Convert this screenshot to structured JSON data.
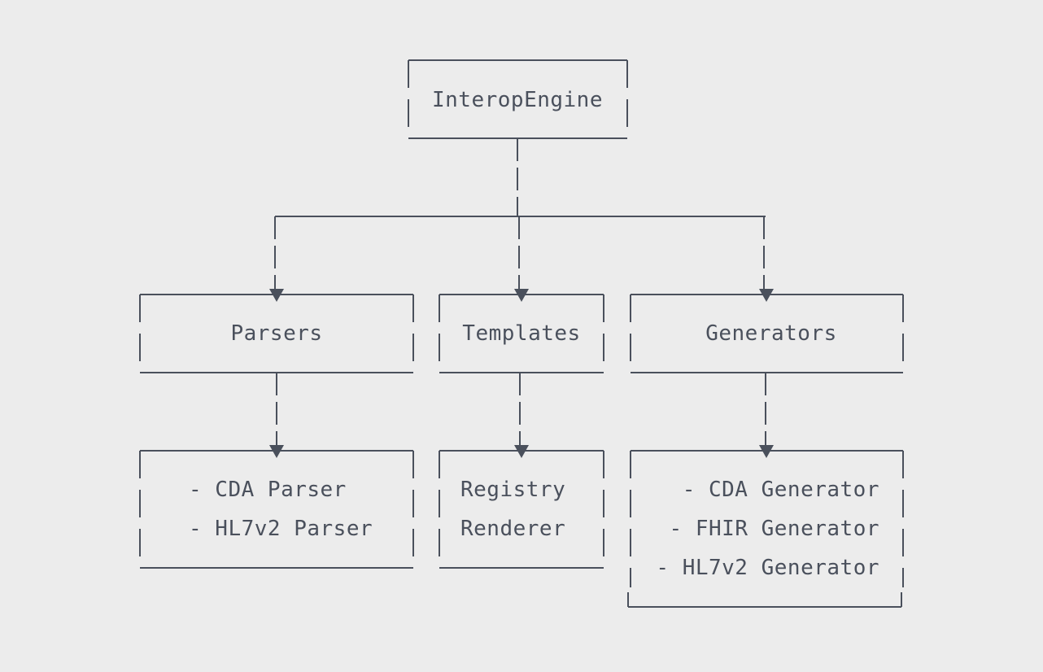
{
  "diagram": {
    "root": {
      "label": "InteropEngine"
    },
    "branches": [
      {
        "id": "parsers",
        "label": "Parsers",
        "items": [
          "- CDA Parser",
          "- HL7v2 Parser"
        ]
      },
      {
        "id": "templates",
        "label": "Templates",
        "items": [
          "Registry",
          "Renderer"
        ]
      },
      {
        "id": "generators",
        "label": "Generators",
        "items": [
          "- CDA Generator",
          "- FHIR Generator",
          "- HL7v2 Generator"
        ]
      }
    ],
    "colors": {
      "background": "#ececec",
      "stroke": "#4a505c",
      "text": "#4a505c"
    }
  }
}
